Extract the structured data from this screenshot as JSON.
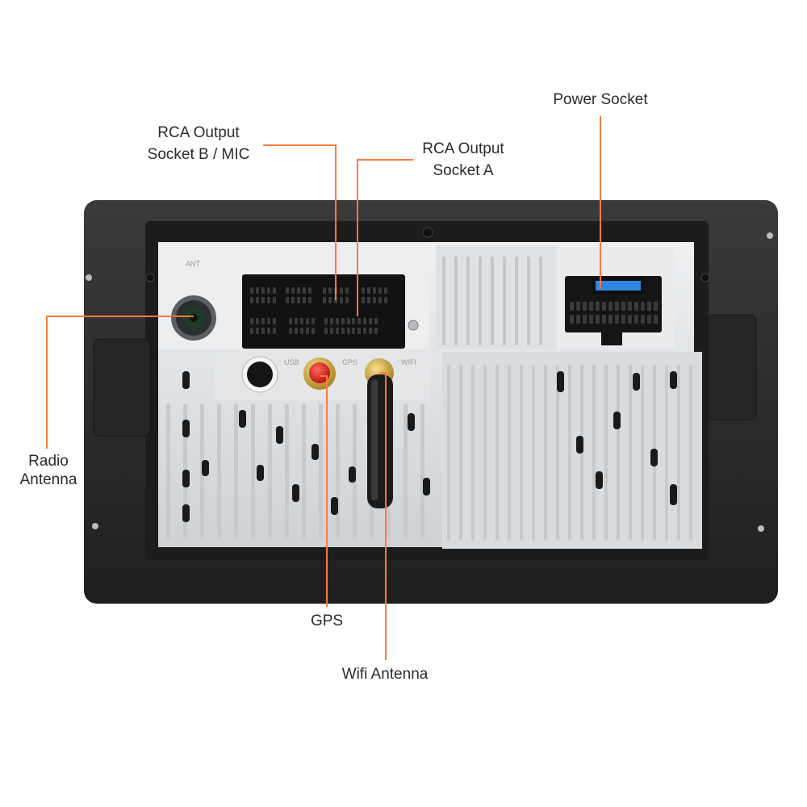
{
  "labels": {
    "power_socket": "Power Socket",
    "rca_b_line1": "RCA Output",
    "rca_b_line2": "Socket B / MIC",
    "rca_a_line1": "RCA Output",
    "rca_a_line2": "Socket A",
    "radio_line1": "Radio",
    "radio_line2": "Antenna",
    "gps": "GPS",
    "wifi": "Wifi Antenna"
  },
  "panel_marks": {
    "ant": "ANT",
    "usb": "USB",
    "gps": "GPS",
    "wifi": "WIFI"
  },
  "colors": {
    "leader_line": "#ff7a3d",
    "bezel": "#2a2a2a",
    "chassis": "#e2e4e6",
    "gps_connector": "#e02020",
    "fuse": "#2f86e0"
  }
}
